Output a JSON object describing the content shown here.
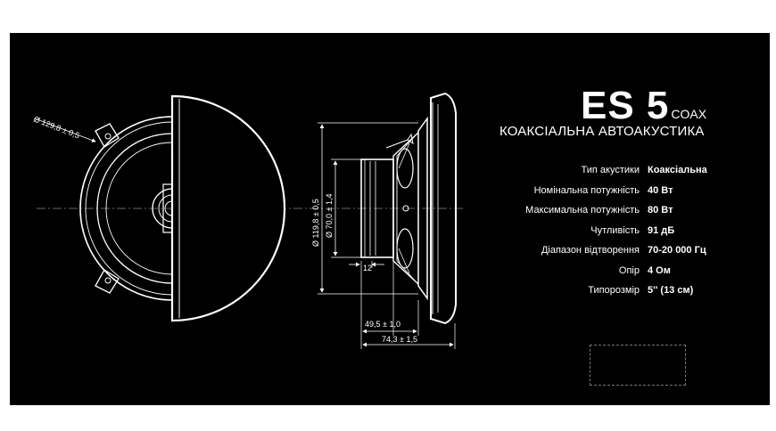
{
  "product": {
    "model": "ES 5",
    "model_suffix": "COAX",
    "subtitle": "КОАКСІАЛЬНА АВТОАКУСТИКА"
  },
  "dimensions": {
    "outer_diameter": "Ø 129,8 ± 0,5",
    "basket_diameter": "Ø 119,8 ± 0,5",
    "magnet_diameter": "Ø 70,0 ± 1,4",
    "magnet_depth": "12",
    "mount_depth": "49,5 ± 1,0",
    "total_depth": "74,3 ± 1,5"
  },
  "specs": [
    {
      "label": "Тип акустики",
      "value": "Коаксіальна"
    },
    {
      "label": "Номінальна потужність",
      "value": "40 Вт"
    },
    {
      "label": "Максимальна потужність",
      "value": "80 Вт"
    },
    {
      "label": "Чутливість",
      "value": "91 дБ"
    },
    {
      "label": "Діапазон відтворення",
      "value": "70-20 000 Гц"
    },
    {
      "label": "Опір",
      "value": "4 Ом"
    },
    {
      "label": "Типорозмір",
      "value": "5'' (13 см)"
    }
  ],
  "colors": {
    "background": "#000000",
    "line": "#ffffff",
    "page": "#ffffff"
  }
}
